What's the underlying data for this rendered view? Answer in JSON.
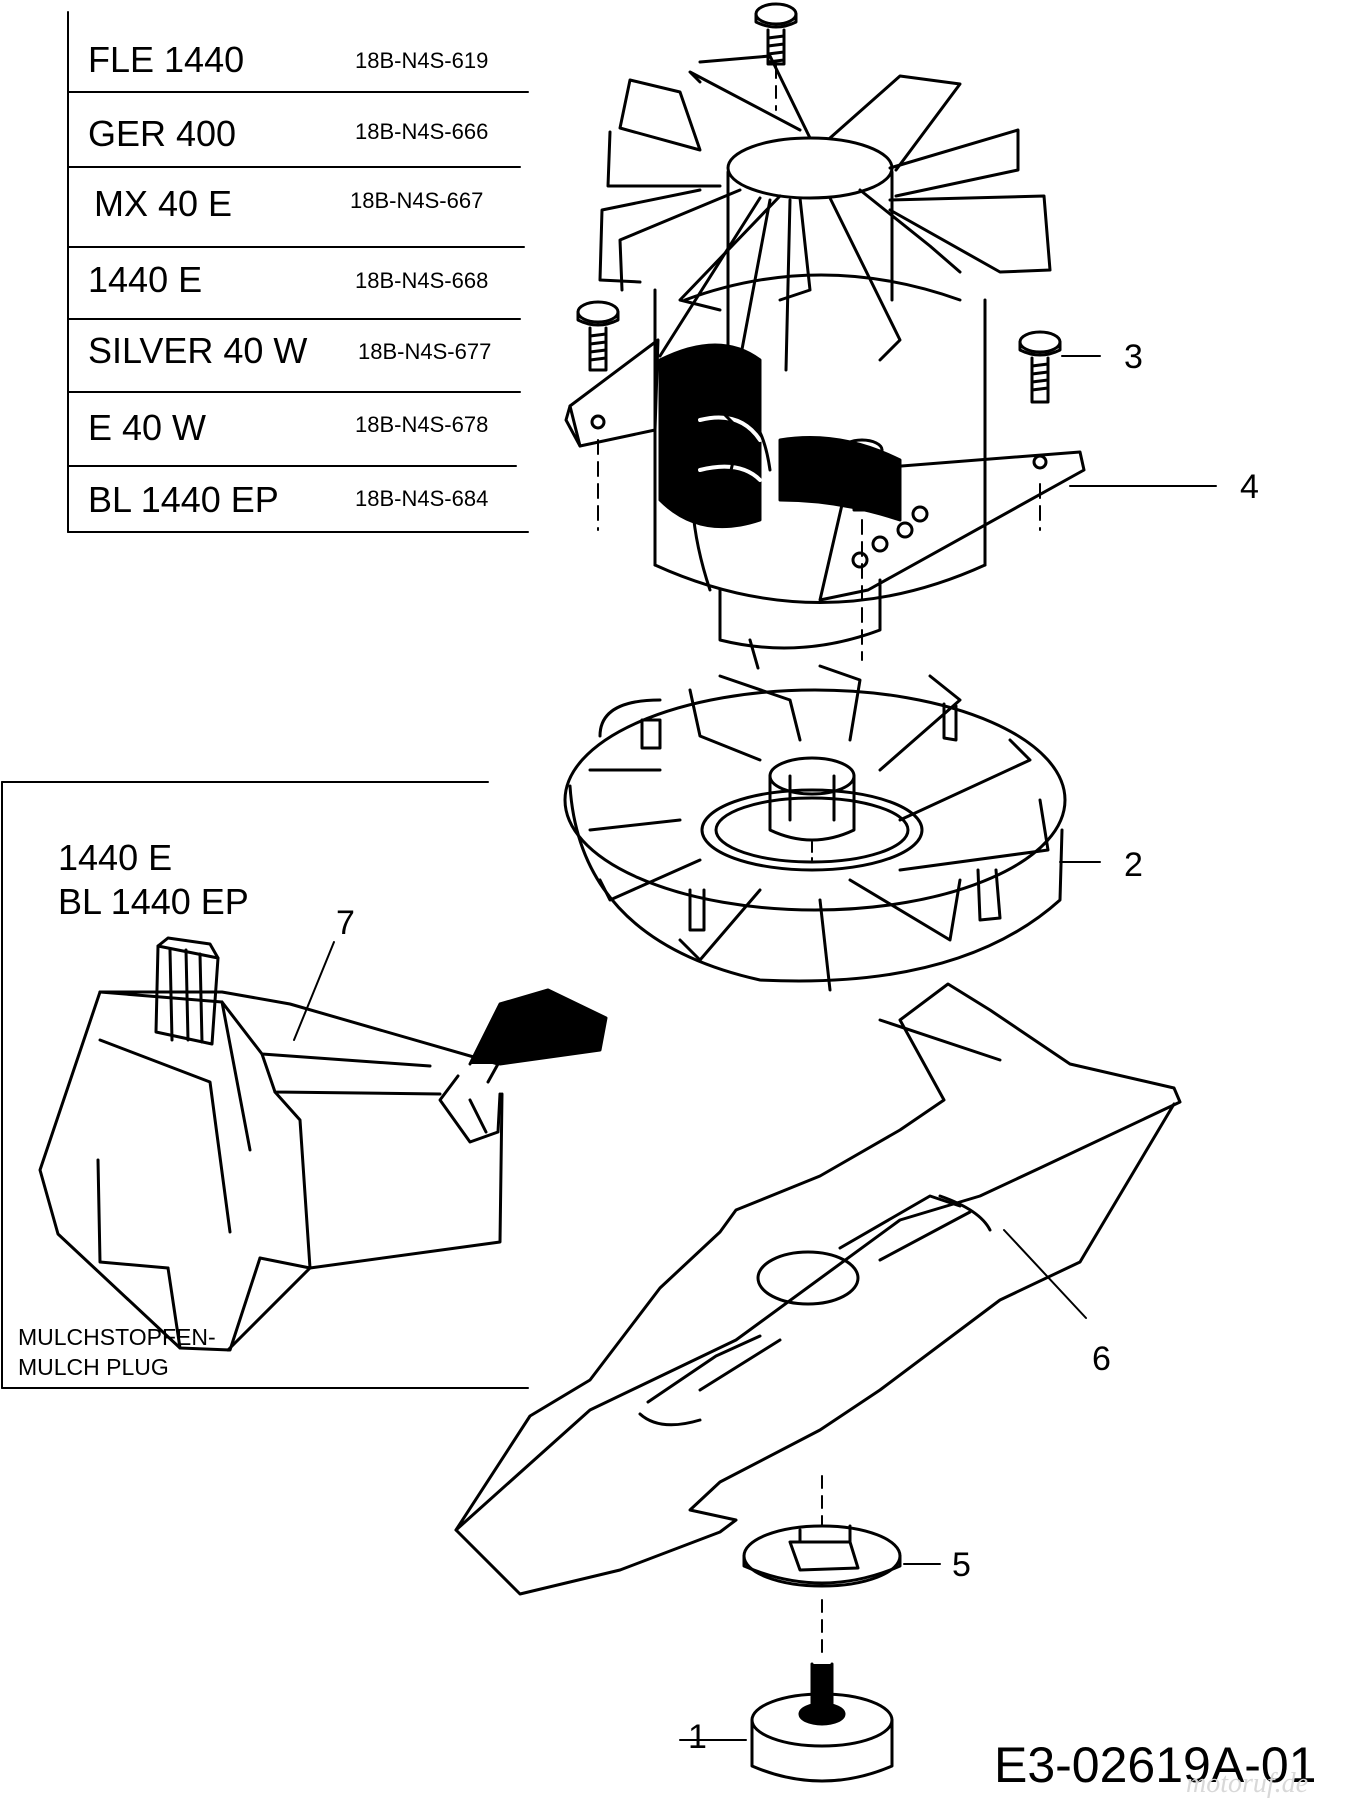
{
  "models": [
    {
      "name": "FLE 1440",
      "code": "18B-N4S-619"
    },
    {
      "name": "GER 400",
      "code": "18B-N4S-666"
    },
    {
      "name": "MX 40 E",
      "code": "18B-N4S-667"
    },
    {
      "name": "1440 E",
      "code": "18B-N4S-668"
    },
    {
      "name": "SILVER 40 W",
      "code": "18B-N4S-677"
    },
    {
      "name": "E 40 W",
      "code": "18B-N4S-678"
    },
    {
      "name": "BL 1440 EP",
      "code": "18B-N4S-684"
    }
  ],
  "inset": {
    "models": [
      "1440 E",
      "BL 1440 EP"
    ],
    "note_line1": "MULCHSTOPFEN-",
    "note_line2": "MULCH PLUG"
  },
  "callouts": [
    "1",
    "2",
    "3",
    "4",
    "5",
    "6",
    "7"
  ],
  "drawing_id": "E3-02619A-01",
  "watermark": "motoruf.de"
}
